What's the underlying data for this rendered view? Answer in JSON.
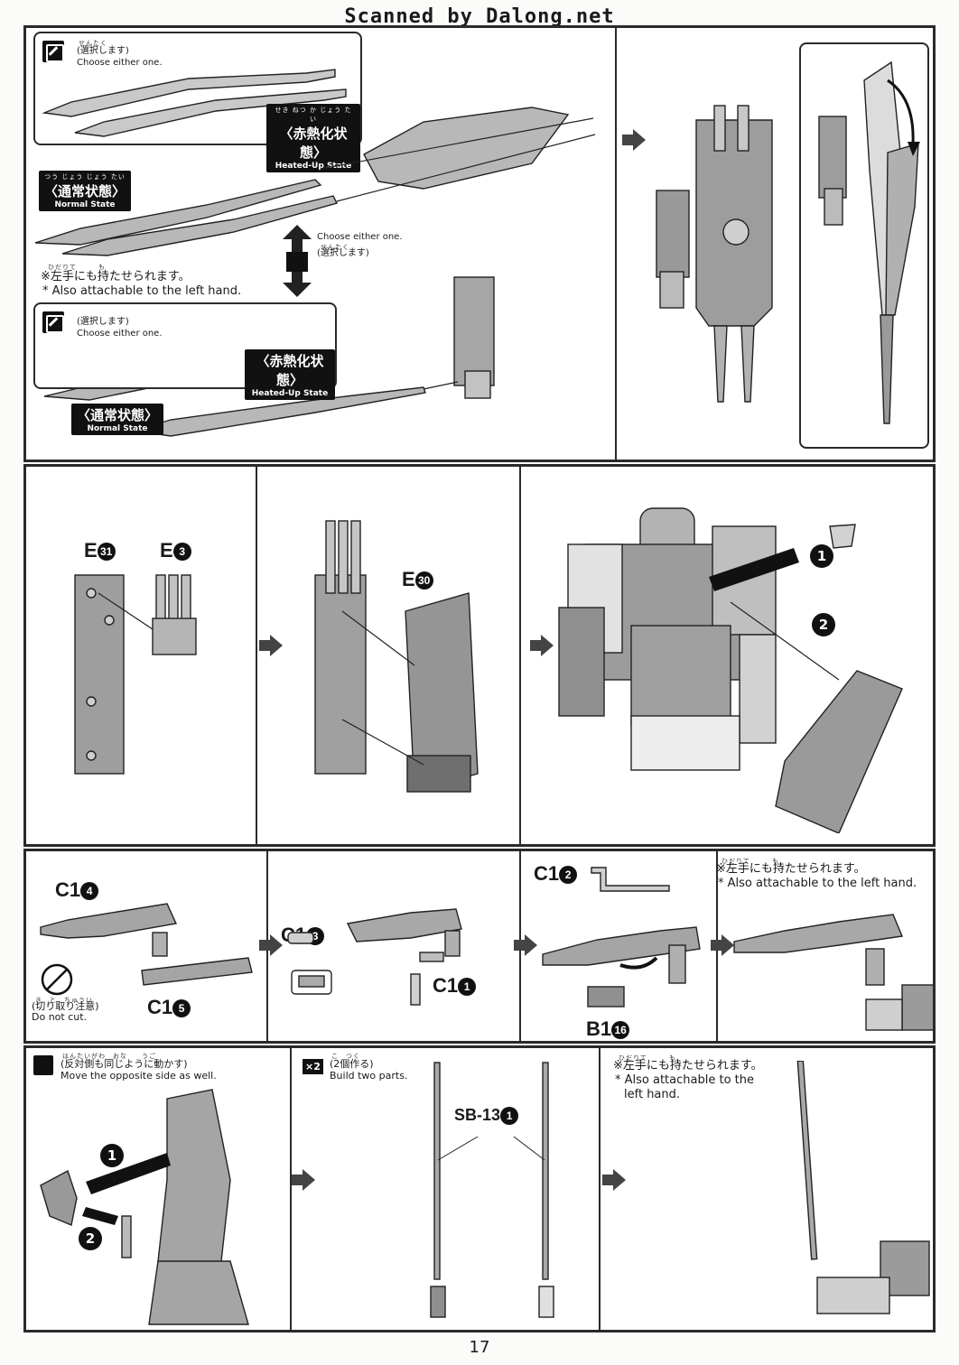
{
  "header": {
    "scan_credit": "Scanned by Dalong.net"
  },
  "section1": {
    "choose_jp": "(選択します)",
    "choose_jp_ruby": "せんたく",
    "choose_en": "Choose either one.",
    "heated_jp": "〈赤熱化状態〉",
    "heated_ruby": "せき ねつ か じょう たい",
    "heated_en": "Heated-Up State",
    "normal_jp": "〈通常状態〉",
    "normal_ruby": "つう じょう じょう たい",
    "normal_en": "Normal State",
    "choose_mid_en": "Choose either one.",
    "choose_mid_jp": "(選択します)",
    "choose_mid_ruby": "せんたく",
    "left_hand_ruby": "ひだりて　　　も",
    "left_hand_jp": "※左手にも持たせられます。",
    "left_hand_en": "* Also attachable to the left hand."
  },
  "section2": {
    "part_e31": "E",
    "part_e31_num": "31",
    "part_e3": "E",
    "part_e3_num": "3",
    "part_e30": "E",
    "part_e30_num": "30",
    "step1": "1",
    "step2": "2"
  },
  "section3": {
    "c14": "C1",
    "c14_num": "4",
    "c15": "C1",
    "c15_num": "5",
    "c13": "C1",
    "c13_num": "3",
    "c11": "C1",
    "c11_num": "1",
    "c12": "C1",
    "c12_num": "2",
    "b116": "B1",
    "b116_num": "16",
    "do_not_cut_ruby": "き　と　ちゅうい",
    "do_not_cut_jp": "(切り取り注意)",
    "do_not_cut_en": "Do not cut.",
    "left_hand_ruby": "ひだりて　　　も",
    "left_hand_jp": "※左手にも持たせられます。",
    "left_hand_en": "* Also attachable to the left hand."
  },
  "section4": {
    "opposite_ruby": "はんたいがわ　おな　　うご",
    "opposite_jp": "(反対側も同じように動かす)",
    "opposite_en": "Move the opposite side as well.",
    "x2": "×2",
    "build_two_ruby": "こ　つく",
    "build_two_jp": "(2個作る)",
    "build_two_en": "Build two parts.",
    "sb13": "SB-13",
    "sb13_num": "1",
    "step1": "1",
    "step2": "2",
    "left_hand_ruby": "ひだりて　　　も",
    "left_hand_jp": "※左手にも持たせられます。",
    "left_hand_en_1": "* Also attachable to the",
    "left_hand_en_2": "left hand."
  },
  "footer": {
    "page_number": "17"
  }
}
